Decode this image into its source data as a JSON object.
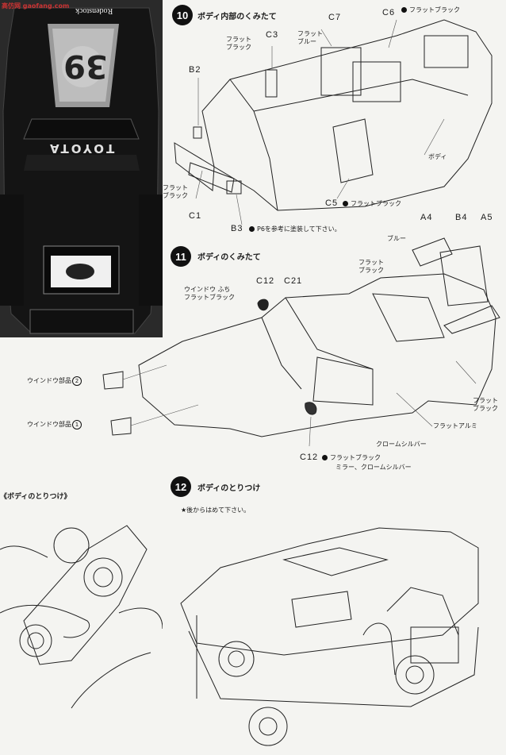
{
  "photo": {
    "watermark": "高仿网 gaofang.com",
    "sponsor": "Rodenstock",
    "brand": "TOYOTA",
    "number": "39"
  },
  "step10": {
    "number": "10",
    "title": "ボディ内部のくみたて",
    "parts": {
      "C3": "C3",
      "C7": "C7",
      "C6": "C6",
      "B2": "B2",
      "C1": "C1",
      "B3": "B3",
      "C5": "C5"
    },
    "colors": {
      "flat_black_1": "フラット\nブラック",
      "flat_blue": "フラット\nブルー",
      "c6_color": "フラットブラック",
      "b2_color": "フラット\nブラック",
      "body": "ボディ",
      "c5_color": "フラットブラック",
      "b3_note": "P6を参考に塗装して下さい。"
    }
  },
  "step11": {
    "number": "11",
    "title": "ボディのくみたて",
    "parts": {
      "A4": "A4",
      "B4": "B4",
      "A5": "A5",
      "C12": "C12",
      "C21": "C21",
      "C12b": "C12"
    },
    "colors": {
      "blue": "ブルー",
      "flat_black_a": "フラット\nブラック",
      "window_frame": "ウインドウ ふち\nフラットブラック",
      "a5_color": "フラット\nブラック",
      "window_part_2": "ウインドウ部品",
      "window_part_1": "ウインドウ部品",
      "flat_aluminum": "フラットアルミ",
      "chrome_silver": "クロームシルバー",
      "c12_color": "フラットブラック",
      "mirror": "ミラー、クロームシルバー"
    },
    "circled_2": "2",
    "circled_1": "1"
  },
  "left_section": {
    "title": "《ボディのとりつけ》"
  },
  "step12": {
    "number": "12",
    "title": "ボディのとりつけ",
    "note": "★後からはめて下さい。"
  }
}
